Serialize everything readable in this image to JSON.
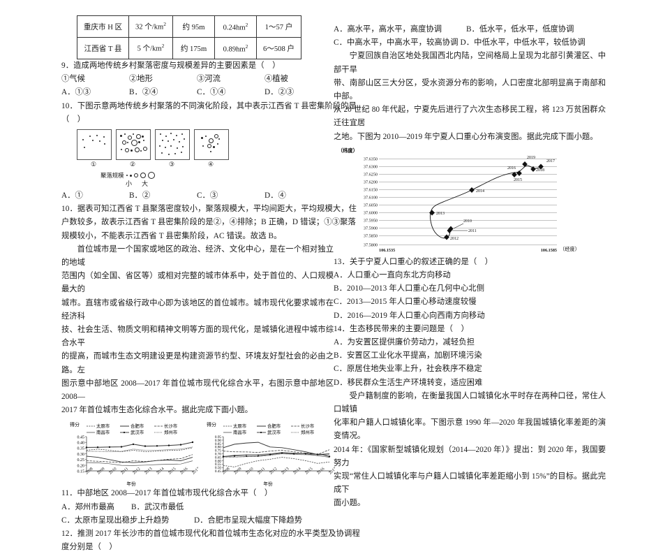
{
  "table": {
    "rows": [
      {
        "region": "重庆市 H 区",
        "density": "32 个/km",
        "density_sup": "2",
        "spacing": "约 95m",
        "scale": "0.24hm",
        "scale_sup": "2",
        "households": "1～57 户"
      },
      {
        "region": "江西省 T 县",
        "density": "5 个/km",
        "density_sup": "2",
        "spacing": "约 175m",
        "scale": "0.89hm",
        "scale_sup": "2",
        "households": "6～508 户"
      }
    ]
  },
  "q9": {
    "stem": "9．造成两地传统乡村聚落密度与规模差异的主要因素是（　）",
    "factors": [
      "①气候",
      "②地形",
      "③河流",
      "④植被"
    ],
    "options": [
      "A．①③",
      "B．②④",
      "C．①④",
      "D．②③"
    ]
  },
  "q10": {
    "stem_line1": "10．下图示意两地传统乡村聚落的不同演化阶段，其中表示江西省 T 县密集阶段的是",
    "stem_line2": "（　）",
    "figure": {
      "panel_labels": [
        "①",
        "②",
        "③",
        "④"
      ],
      "scale_legend_label": "聚落规模",
      "scale_small": "小",
      "scale_large": "大"
    },
    "options": [
      "A．①",
      "B．②",
      "C．③",
      "D．④"
    ],
    "explanation": [
      "10．据表可知江西省 T 县聚落密度较小，聚落规模大，平均间距大，平均规模大，住",
      "户数较多，故表示江西省 T 县密集阶段的是②，④排除；B 正确，D 错误；①③聚落",
      "规模较小，不能表示江西省 T 县密集阶段，AC 错误。故选 B。"
    ]
  },
  "passage_city": [
    "首位城市是一个国家或地区的政治、经济、文化中心，是在一个相对独立的地域",
    "范围内（如全国、省区等）或相对完整的城市体系中，处于首位的、人口规模最大的",
    "城市。直辖市或省级行政中心即为该地区的首位城市。城市现代化要求城市在经济科",
    "技、社会生活、物质文明和精神文明等方面的现代化，是城镇化进程中城市综合水平",
    "的提高，而城市生态文明建设更是构建资源节约型、环境友好型社会的必由之路。左",
    "图示意中部地区 2008—2017 年首位城市现代化综合水平，右图示意中部地区 2008—",
    "2017 年首位城市生态化综合水平。据此完成下面小题。"
  ],
  "q11": {
    "stem": "11．中部地区 2008—2017 年首位城市现代化综合水平（　）",
    "options_line1": [
      "A．郑州市最高",
      "B．武汉市最低"
    ],
    "options_line2": [
      "C．太原市呈现出稳步上升趋势",
      "D．合肥市呈现大幅度下降趋势"
    ]
  },
  "q12": {
    "stem_line1": "12．推测 2017 年长沙市的首位城市现代化和首位城市生态化对应的水平类型及协调程",
    "stem_line2": "度分别是（　）",
    "options_line1": [
      "A．高水平，高水平，高度协调",
      "B．低水平，低水平，低度协调"
    ],
    "options_line2": [
      "C．中高水平，中高水平，较高协调 D．中低水平，中低水平，较低协调"
    ]
  },
  "passage_ningxia": [
    "宁夏回族自治区地处我国西北内陆，空间格局上呈现为北部引黄灌区、中部干旱",
    "带、南部山区三大分区，受水资源分布的影响，人口密度北部明显高于南部和中部。",
    "从 20 世纪 80 年代起，宁夏先后进行了六次生态移民工程，将 123 万贫困群众迁往宜居",
    "之地。下图为 2010—2019 年宁夏人口重心分布演变图。据此完成下面小题。"
  ],
  "q13": {
    "stem": "13．关于宁夏人口重心的叙述正确的是（　）",
    "options": [
      "A．人口重心一直向东北方向移动",
      "B．2010—2013 年人口重心在几何中心北侧",
      "C．2013—2015 年人口重心移动速度较慢",
      "D．2016—2019 年人口重心向西南方向移动"
    ]
  },
  "q14": {
    "stem": "14．生态移民带来的主要问题是（　）",
    "options": [
      "A．为安置区提供廉价劳动力，减轻负担",
      "B．安置区工业化水平提高，加剧环境污染",
      "C．原居住地失业率上升，社会秩序不稳定",
      "D．移民群众生活生产环境转变，适应困难"
    ]
  },
  "passage_urbanization": [
    "受户籍制度的影响，在衡量我国人口城镇化水平时存在两种口径，常住人口城镇",
    "化率和户籍人口城镇化率。下图示意 1990 年—2020 年我国城镇化率差距的演变情况。",
    "2014 年：《国家新型城镇化规划（2014—2020 年）》提出：到 2020 年，我国要努力",
    "实现“常住人口城镇化率与户籍人口城镇化率差距缩小到 15%”的目标。据此完成下",
    "面小题。"
  ],
  "chart_data": [
    {
      "type": "line",
      "title": "中部地区 2008—2017 年首位城市现代化综合水平",
      "ylabel": "得分",
      "xlabel": "年份",
      "ylim": [
        0.15,
        0.45
      ],
      "yticks": [
        "0.15",
        "0.20",
        "0.25",
        "0.30",
        "0.35",
        "0.40",
        "0.45"
      ],
      "categories": [
        "2008",
        "2009",
        "2010",
        "2011",
        "2012",
        "2013",
        "2014",
        "2015",
        "2016",
        "2017"
      ],
      "legend": [
        "太原市",
        "合肥市",
        "长沙市",
        "南昌市",
        "武汉市",
        "郑州市"
      ],
      "legend_position": "top",
      "series": [
        {
          "name": "太原市",
          "values": [
            0.33,
            0.34,
            0.33,
            0.318,
            0.33,
            0.318,
            0.322,
            0.328,
            0.332,
            0.352
          ]
        },
        {
          "name": "合肥市",
          "values": [
            0.278,
            0.268,
            0.248,
            0.228,
            0.222,
            0.228,
            0.24,
            0.244,
            0.238,
            0.268
          ]
        },
        {
          "name": "长沙市",
          "values": [
            0.238,
            0.234,
            0.228,
            0.222,
            0.238,
            0.232,
            0.24,
            0.252,
            0.256,
            0.29
          ]
        },
        {
          "name": "南昌市",
          "values": [
            0.222,
            0.22,
            0.212,
            0.198,
            0.196,
            0.2,
            0.205,
            0.208,
            0.21,
            0.238
          ]
        },
        {
          "name": "武汉市",
          "values": [
            0.355,
            0.356,
            0.358,
            0.36,
            0.382,
            0.366,
            0.368,
            0.372,
            0.378,
            0.4
          ]
        },
        {
          "name": "郑州市",
          "values": [
            0.32,
            0.32,
            0.318,
            0.32,
            0.34,
            0.33,
            0.33,
            0.336,
            0.34,
            0.358
          ]
        }
      ]
    },
    {
      "type": "line",
      "title": "中部地区 2008—2017 年首位城市生态化综合水平",
      "ylabel": "得分",
      "xlabel": "年份",
      "ylim": [
        0.45,
        0.95
      ],
      "yticks": [
        "0.45",
        "0.50",
        "0.55",
        "0.60",
        "0.65",
        "0.70",
        "0.75",
        "0.80",
        "0.85",
        "0.90",
        "0.95"
      ],
      "categories": [
        "2008",
        "2009",
        "2010",
        "2011",
        "2012",
        "2013",
        "2014",
        "2015",
        "2016",
        "2017"
      ],
      "legend": [
        "太原市",
        "合肥市",
        "长沙市",
        "南昌市",
        "武汉市",
        "郑州市"
      ],
      "legend_position": "top",
      "series": [
        {
          "name": "太原市",
          "values": [
            0.53,
            0.508,
            0.56,
            0.6,
            0.62,
            0.65,
            0.63,
            0.6,
            0.56,
            0.58
          ]
        },
        {
          "name": "合肥市",
          "values": [
            0.79,
            0.84,
            0.858,
            0.868,
            0.8,
            0.79,
            0.76,
            0.73,
            0.69,
            0.7
          ]
        },
        {
          "name": "长沙市",
          "values": [
            0.74,
            0.73,
            0.728,
            0.72,
            0.74,
            0.752,
            0.73,
            0.712,
            0.69,
            0.76
          ]
        },
        {
          "name": "南昌市",
          "values": [
            0.66,
            0.68,
            0.69,
            0.69,
            0.7,
            0.72,
            0.71,
            0.7,
            0.672,
            0.65
          ]
        },
        {
          "name": "武汉市",
          "values": [
            0.66,
            0.668,
            0.668,
            0.67,
            0.69,
            0.71,
            0.7,
            0.7,
            0.692,
            0.66
          ]
        },
        {
          "name": "郑州市",
          "values": [
            0.648,
            0.65,
            0.658,
            0.662,
            0.678,
            0.7,
            0.692,
            0.686,
            0.678,
            0.688
          ]
        }
      ]
    },
    {
      "type": "scatter",
      "title": "2010—2019 年宁夏人口重心分布演变图",
      "xlabel": "（经度）",
      "ylabel": "（纬度）",
      "xlim": [
        106.1535,
        106.1585
      ],
      "xticks": [
        "106.1535",
        "106.1585"
      ],
      "ylim": [
        37.58,
        37.635
      ],
      "yticks": [
        "37.5800",
        "37.5850",
        "37.5900",
        "37.5950",
        "37.6000",
        "37.6050",
        "37.6100",
        "37.6150",
        "37.6200",
        "37.6250",
        "37.6300",
        "37.6350"
      ],
      "points": [
        {
          "label": "2010",
          "x": 106.15555,
          "y": 37.5889
        },
        {
          "label": "2011",
          "x": 106.15558,
          "y": 37.58865
        },
        {
          "label": "2012",
          "x": 106.15548,
          "y": 37.58505
        },
        {
          "label": "2013",
          "x": 106.1551,
          "y": 37.6
        },
        {
          "label": "2014",
          "x": 106.15572,
          "y": 37.6138
        },
        {
          "label": "2015",
          "x": 106.1564,
          "y": 37.6242
        },
        {
          "label": "2016",
          "x": 106.1565,
          "y": 37.6251
        },
        {
          "label": "2017",
          "x": 106.15698,
          "y": 37.6296
        },
        {
          "label": "2018",
          "x": 106.15672,
          "y": 37.6277
        },
        {
          "label": "2019",
          "x": 106.15668,
          "y": 37.6308
        }
      ]
    }
  ]
}
